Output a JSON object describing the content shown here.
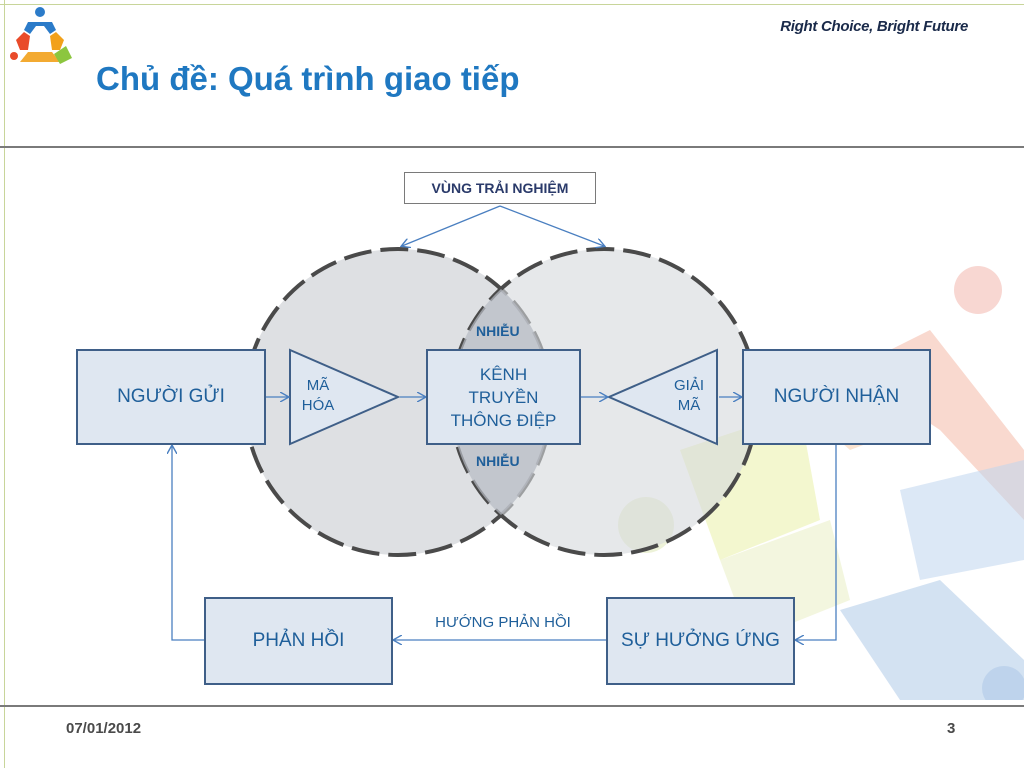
{
  "header": {
    "tagline": "Right Choice, Bright Future",
    "title": "Chủ đề: Quá trình giao tiếp"
  },
  "diagram": {
    "experience_zone": "VÙNG TRẢI NGHIỆM",
    "noise_top": "NHIỄU",
    "noise_bottom": "NHIỄU",
    "sender": "NGƯỜI GỬI",
    "encode_line1": "MÃ",
    "encode_line2": "HÓA",
    "channel_line1": "KÊNH",
    "channel_line2": "TRUYỀN",
    "channel_line3": "THÔNG ĐIỆP",
    "decode_line1": "GIẢI",
    "decode_line2": "MÃ",
    "receiver": "NGƯỜI NHẬN",
    "feedback": "PHẢN HỒI",
    "response": "SỰ HƯỞNG ỨNG",
    "feedback_direction": "HƯỚNG PHẢN HỒI"
  },
  "footer": {
    "date": "07/01/2012",
    "page": "3"
  },
  "colors": {
    "title": "#1f78c1",
    "box_fill": "#dfe7f1",
    "box_border": "#3f5f88",
    "arrow": "#4a7fc0",
    "circle_fill": "#d6d8dc"
  }
}
